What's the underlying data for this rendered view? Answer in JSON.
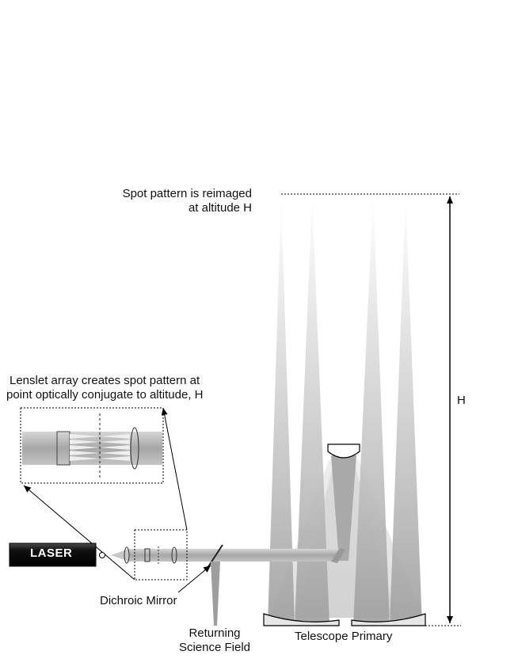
{
  "labels": {
    "spot_pattern_line1": "Spot pattern is reimaged",
    "spot_pattern_line2": "at altitude H",
    "lenslet_line1": "Lenslet array creates spot pattern at",
    "lenslet_line2": "point optically conjugate to altitude, H",
    "height": "H",
    "laser": "LASER",
    "dichroic": "Dichroic Mirror",
    "returning_line1": "Returning",
    "returning_line2": "Science Field",
    "primary": "Telescope Primary"
  },
  "colors": {
    "beam": "#b9b9b9",
    "beam_light": "#dcdcdc",
    "laser_body": "#111111",
    "line": "#000000"
  }
}
